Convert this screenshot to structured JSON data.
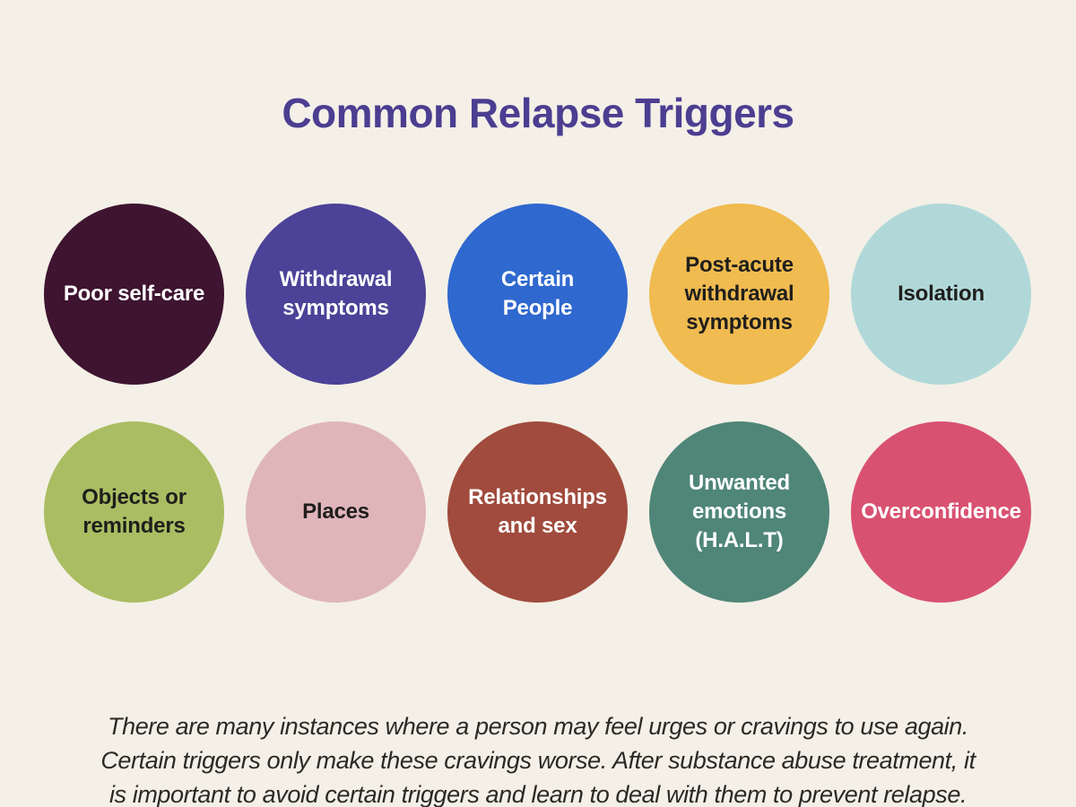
{
  "page": {
    "background_color": "#f4f0e7",
    "title": "Common Relapse Triggers",
    "title_color": "#4b3e91"
  },
  "triggers": [
    {
      "label": "Poor self-care",
      "bg_color": "#3e1430",
      "text_color": "#ffffff"
    },
    {
      "label": "Withdrawal\nsymptoms",
      "bg_color": "#4c4297",
      "text_color": "#ffffff"
    },
    {
      "label": "Certain\nPeople",
      "bg_color": "#2f68cf",
      "text_color": "#ffffff"
    },
    {
      "label": "Post-acute\nwithdrawal\nsymptoms",
      "bg_color": "#f0bb50",
      "text_color": "#1f1e1c"
    },
    {
      "label": "Isolation",
      "bg_color": "#b1d8d9",
      "text_color": "#1f1e1c"
    },
    {
      "label": "Objects or\nreminders",
      "bg_color": "#aabd62",
      "text_color": "#1f1e1c"
    },
    {
      "label": "Places",
      "bg_color": "#dfb5ba",
      "text_color": "#1f1e1c"
    },
    {
      "label": "Relationships\nand sex",
      "bg_color": "#a04b3d",
      "text_color": "#ffffff"
    },
    {
      "label": "Unwanted\nemotions\n(H.A.L.T)",
      "bg_color": "#4f8678",
      "text_color": "#ffffff"
    },
    {
      "label": "Overconfidence",
      "bg_color": "#d95171",
      "text_color": "#ffffff"
    }
  ],
  "footer": {
    "text": "There are many instances where a person may feel urges or cravings to use again.\nCertain triggers only make these cravings worse. After substance abuse treatment, it\nis important to avoid certain triggers and learn to deal with them to prevent relapse.",
    "text_color": "#2b2925"
  }
}
